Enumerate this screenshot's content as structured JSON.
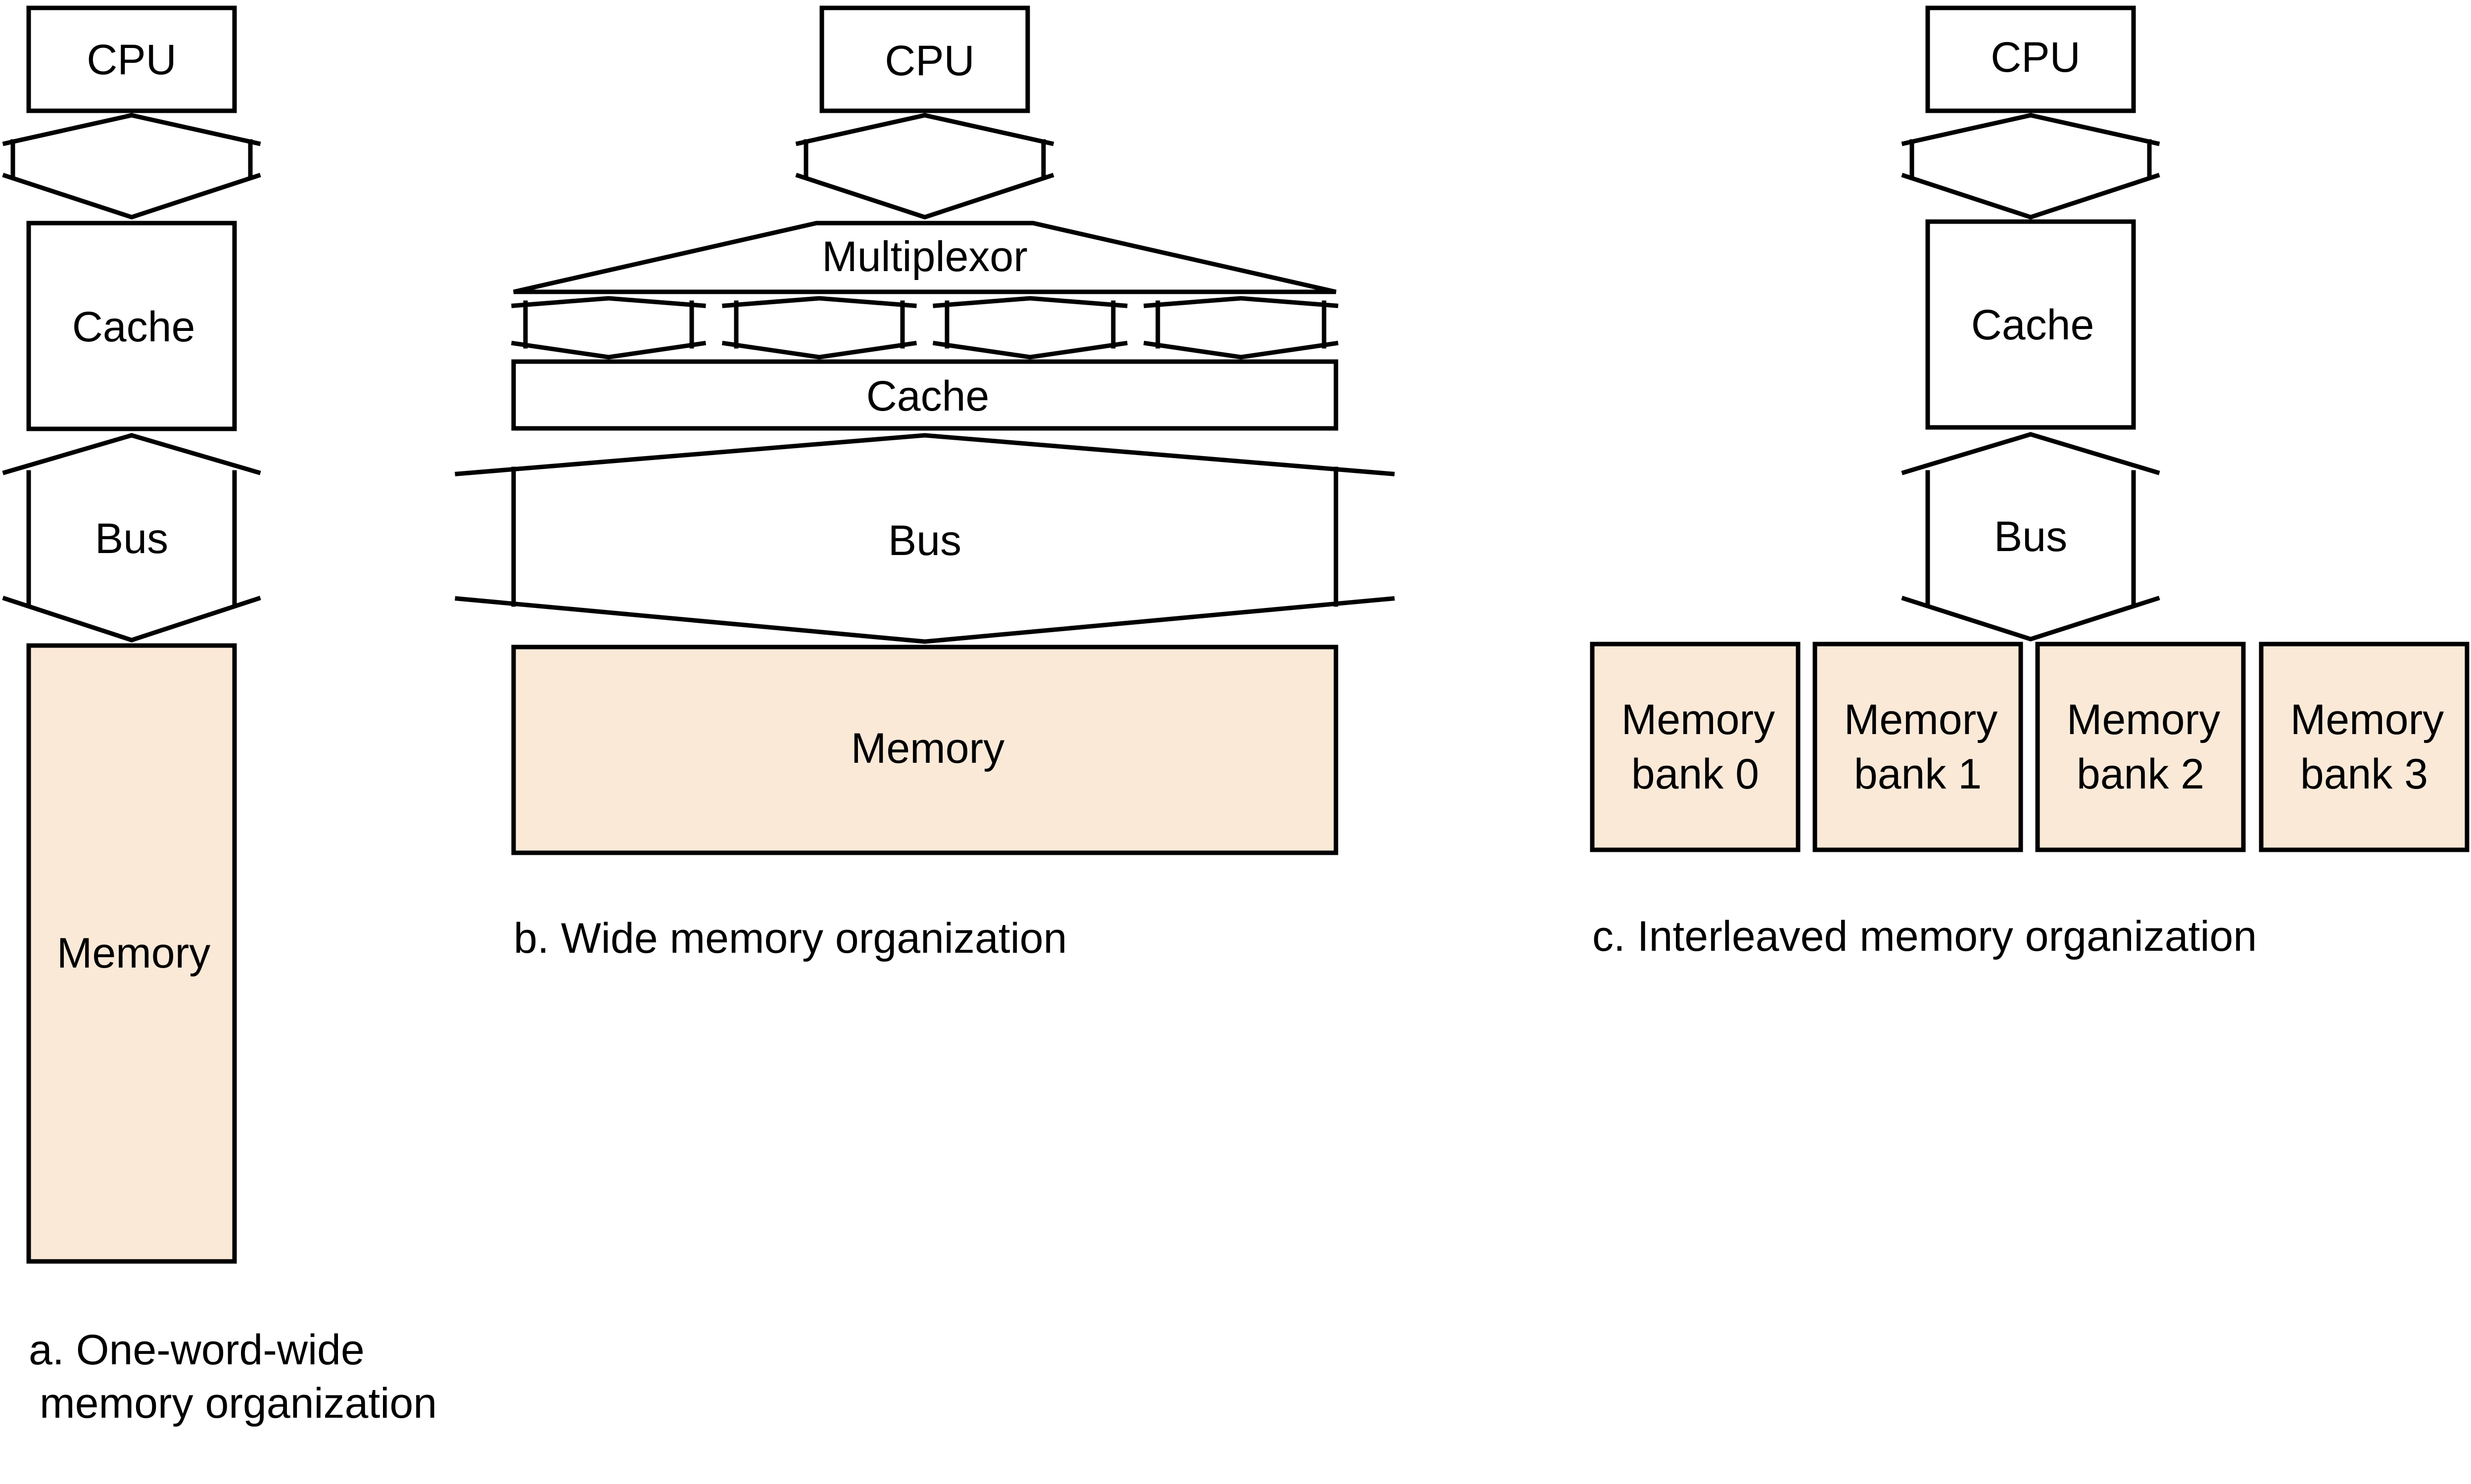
{
  "colors": {
    "memory_fill": "#fbe9d8",
    "stroke": "#000000",
    "background": "#ffffff"
  },
  "a": {
    "cpu": "CPU",
    "cache": "Cache",
    "bus": "Bus",
    "memory": "Memory",
    "caption_line1": "a. One-word-wide",
    "caption_line2": "memory organization"
  },
  "b": {
    "cpu": "CPU",
    "multiplexor": "Multiplexor",
    "cache": "Cache",
    "bus": "Bus",
    "memory": "Memory",
    "caption": "b. Wide memory organization"
  },
  "c": {
    "cpu": "CPU",
    "cache": "Cache",
    "bus": "Bus",
    "banks": [
      {
        "line1": "Memory",
        "line2": "bank 0"
      },
      {
        "line1": "Memory",
        "line2": "bank 1"
      },
      {
        "line1": "Memory",
        "line2": "bank 2"
      },
      {
        "line1": "Memory",
        "line2": "bank 3"
      }
    ],
    "caption": "c. Interleaved memory organization"
  }
}
